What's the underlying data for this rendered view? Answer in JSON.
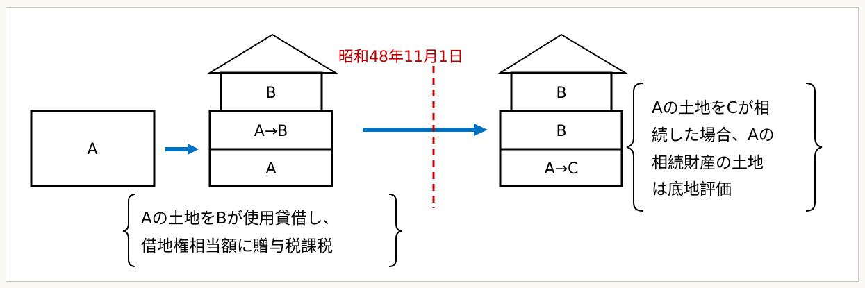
{
  "land_a": {
    "label": "A"
  },
  "house_before": {
    "top": "B",
    "middle": "A→B",
    "bottom": "A"
  },
  "date_label": "昭和48年11月1日",
  "house_after": {
    "top": "B",
    "middle": "B",
    "bottom": "A→C"
  },
  "note_left": {
    "lines": [
      "Aの土地をBが使用貸借し、",
      "借地権相当額に贈与税課税"
    ]
  },
  "note_right": {
    "lines": [
      "Aの土地をCが相",
      "続した場合、Aの",
      "相続財産の土地",
      "は底地評価"
    ]
  },
  "colors": {
    "arrow": "#0070c0",
    "date": "#c00000"
  }
}
